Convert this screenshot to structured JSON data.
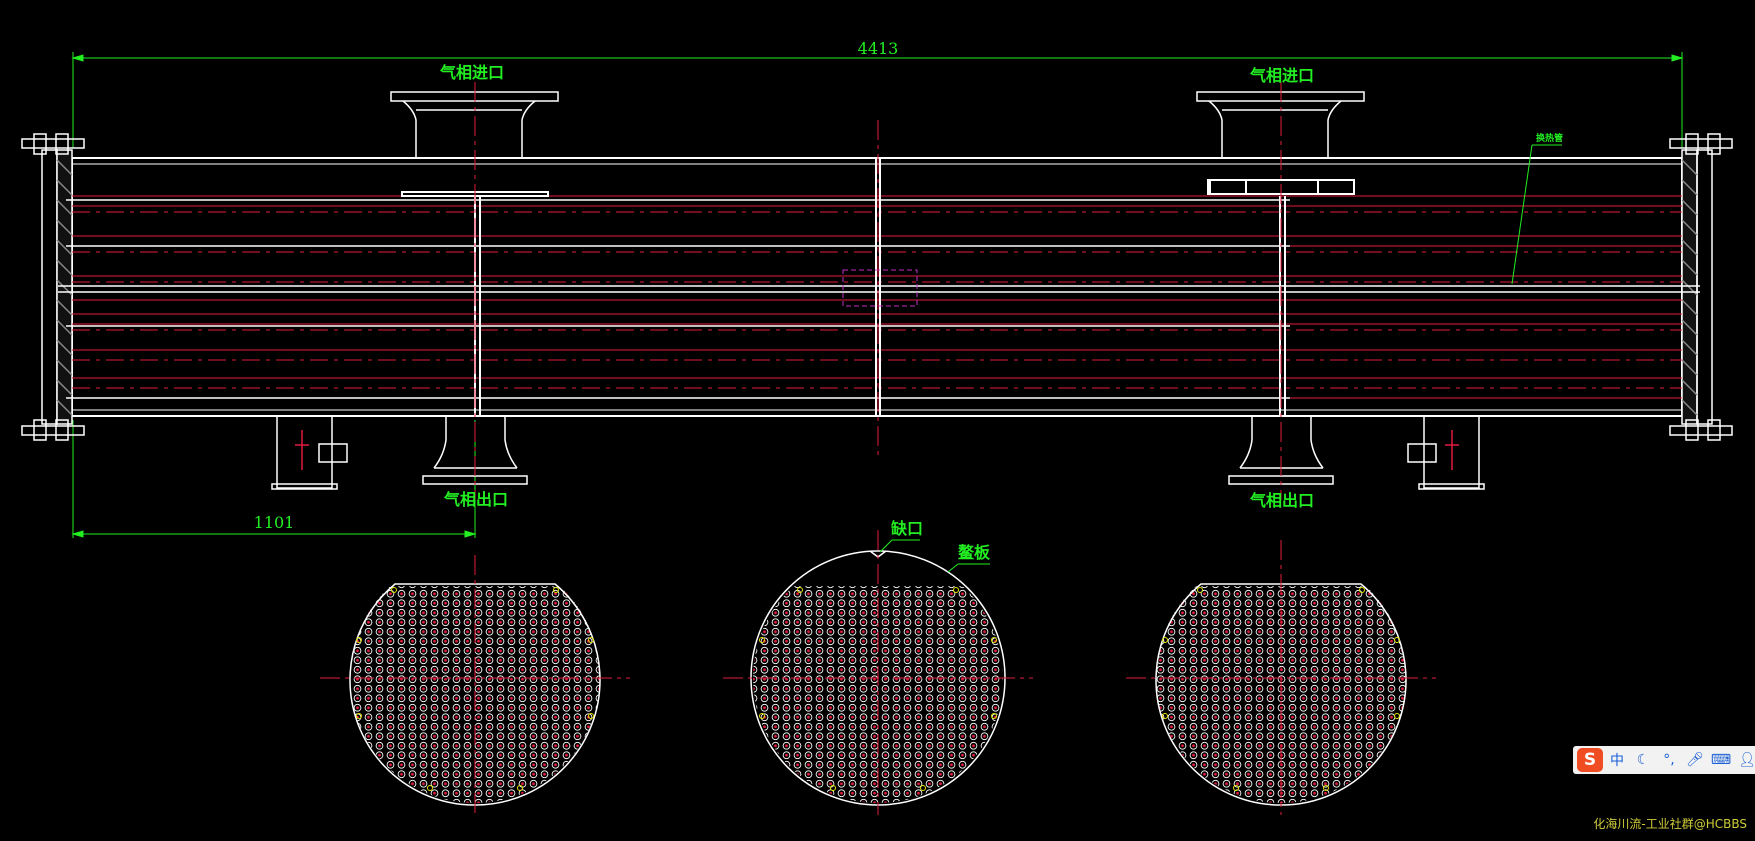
{
  "labels": {
    "gas_inlet_left": "气相进口",
    "gas_inlet_right": "气相进口",
    "gas_outlet_left": "气相出口",
    "gas_outlet_right": "气相出口",
    "notch": "缺口",
    "baffle": "鳌板",
    "small_callout": "换热管"
  },
  "dimensions": {
    "overall_length": "4413",
    "nozzle_offset": "1101"
  },
  "ime_toolbar": {
    "logo": "S",
    "mode": "中",
    "icons": [
      "moon-icon",
      "punctuation-icon",
      "microphone-icon",
      "keyboard-icon",
      "user-icon"
    ]
  },
  "watermark": "化海川流-工业社群@HCBBS",
  "colors": {
    "background": "#000000",
    "outline": "#ffffff",
    "tubes": "#e01b3c",
    "text": "#22ee22",
    "centerline": "#e01b3c",
    "hidden": "#c030c0",
    "yellow_marks": "#e6e600"
  }
}
